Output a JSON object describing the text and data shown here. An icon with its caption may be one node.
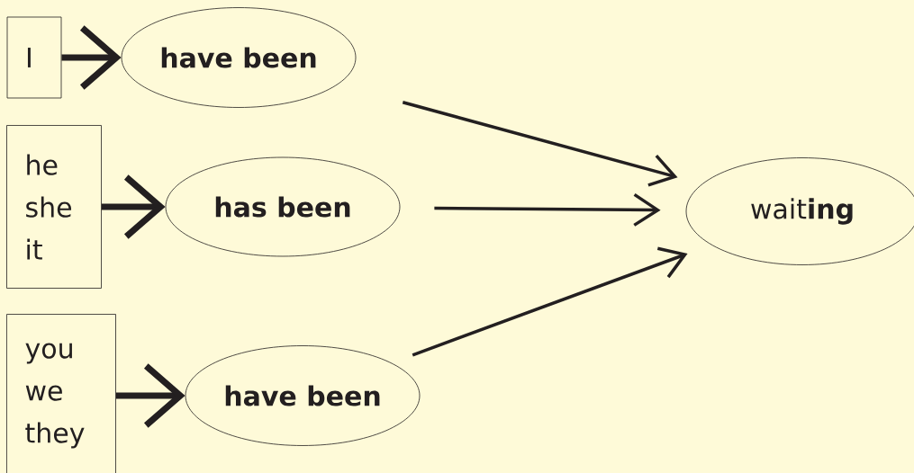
{
  "diagram": {
    "nodes": [
      {
        "text": [
          "I"
        ]
      },
      {
        "text": [
          "have been"
        ]
      },
      {
        "text": [
          "he she it"
        ]
      },
      {
        "text": [
          "has been"
        ]
      },
      {
        "text": [
          "you we they"
        ]
      },
      {
        "text": [
          "have been"
        ]
      },
      {
        "text": [
          "wait**ing**"
        ]
      }
    ],
    "edges": [
      {
        "from": 0,
        "to": 1,
        "arrow": "to",
        "style": "thick"
      },
      {
        "from": 2,
        "to": 3,
        "arrow": "to",
        "style": "thick"
      },
      {
        "from": 4,
        "to": 5,
        "arrow": "to",
        "style": "thick"
      },
      {
        "from": 1,
        "to": 6,
        "arrow": "to"
      },
      {
        "from": 3,
        "to": 6,
        "arrow": "to"
      },
      {
        "from": 5,
        "to": 6,
        "arrow": "to"
      }
    ]
  }
}
